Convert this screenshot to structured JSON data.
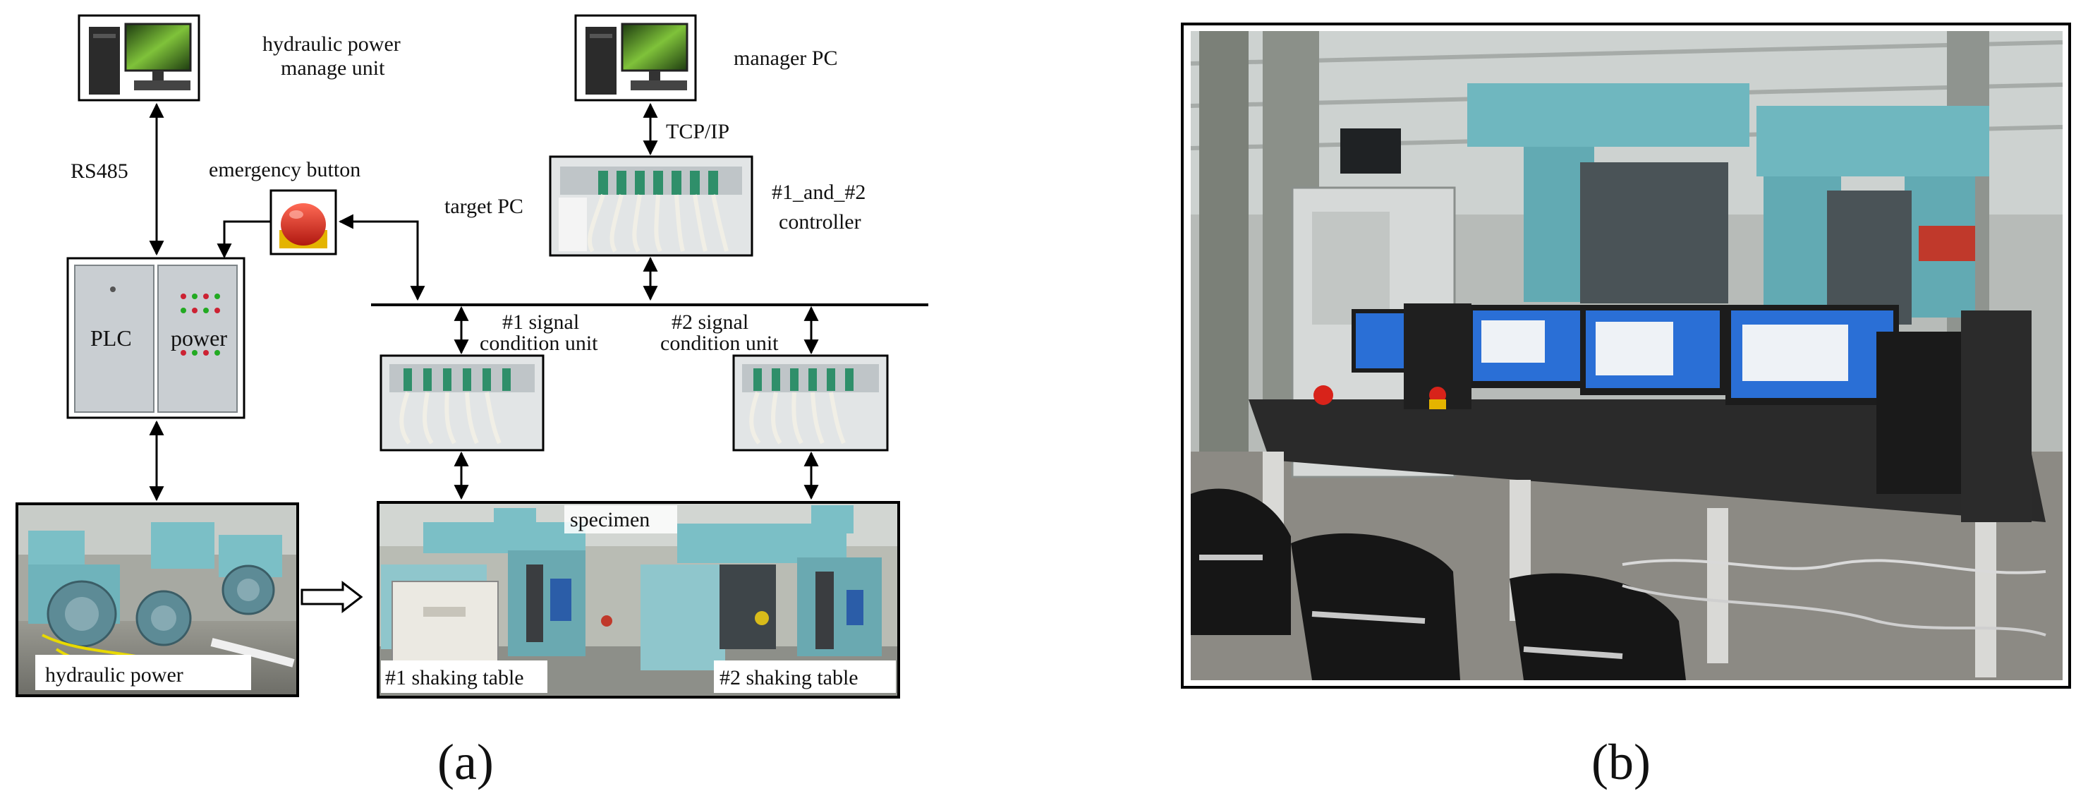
{
  "panel_a": {
    "caption": "(a)",
    "hydraulic_power_manage_unit": [
      "hydraulic power",
      "manage unit"
    ],
    "manager_pc": "manager PC",
    "rs485": "RS485",
    "tcp_ip": "TCP/IP",
    "emergency_button": "emergency button",
    "target_pc": "target PC",
    "controller": [
      "#1_and_#2",
      "controller"
    ],
    "plc": "PLC",
    "power": "power",
    "signal1": [
      "#1 signal",
      "condition unit"
    ],
    "signal2": [
      "#2 signal",
      "condition unit"
    ],
    "specimen": "specimen",
    "hydraulic_power": "hydraulic power",
    "shaking_table_1": "#1 shaking table",
    "shaking_table_2": "#2 shaking table"
  },
  "panel_b": {
    "caption": "(b)"
  },
  "colors": {
    "cabinet": "#c9ced2",
    "machine_teal": "#7bbfc6",
    "emergency_red": "#d8231a",
    "screen_blue": "#2a6fd6"
  }
}
